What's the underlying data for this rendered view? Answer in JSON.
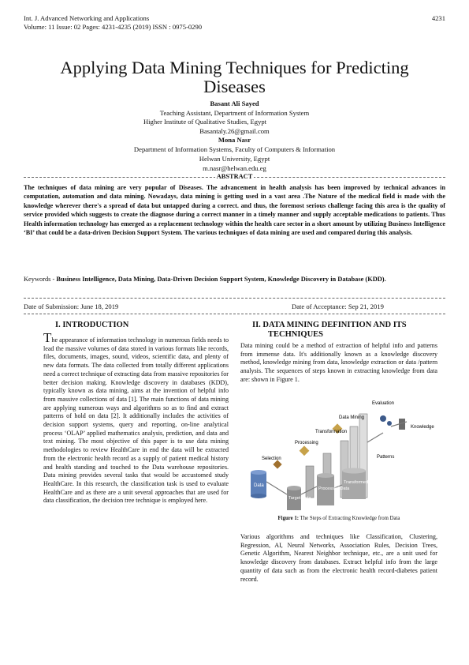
{
  "header": {
    "journal": "Int. J. Advanced Networking and Applications",
    "page_number": "4231",
    "volume_line": "Volume: 11 Issue: 02 Pages: 4231-4235 (2019) ISSN : 0975-0290"
  },
  "title_line1": "Applying Data Mining Techniques for Predicting",
  "title_line2": "Diseases",
  "author1": {
    "name": "Basant Ali Sayed",
    "role": "Teaching Assistant, Department of Information System",
    "affiliation": "Higher Institute of Qualitative Studies, Egypt",
    "email": "Basantaly.26@gmail.com"
  },
  "author2": {
    "name": "Mona Nasr",
    "dept": "Department of Information Systems, Faculty of Computers & Information",
    "affiliation": "Helwan University, Egypt",
    "email": "m.nasr@helwan.edu.eg"
  },
  "abstract_label": "ABSTRACT",
  "abstract_text": "The techniques of data mining are very popular of Diseases. The advancement in health analysis has been improved by technical advances in computation, automation and data mining. Nowadays, data mining is getting used in a vast area .The Nature of the medical field is made with the knowledge wherever there's a spread of data but untapped during a correct. and thus, the foremost serious challenge facing this area is the quality of service provided which suggests to create the diagnose during a correct manner in a timely manner and supply acceptable medications to patients. Thus Health information technology has emerged as a replacement technology within the health care sector in a short amount by utilizing Business Intelligence ‘BI’ that could be a data-driven Decision Support System. The various techniques of data mining are used and compared during this analysis.",
  "keywords_label": "Keywords - ",
  "keywords": "Business Intelligence, Data Mining, Data-Driven Decision Support System, Knowledge Discovery in Database (KDD).",
  "date_submission": "Date of Submission: June 18, 2019",
  "date_acceptance": "Date of Acceptance: Sep 21, 2019",
  "section1": {
    "heading": "I. INTRODUCTION",
    "dropcap": "T",
    "text": "he appearance of information technology in numerous fields needs to lead the massive volumes of data stored in various formats like records, files, documents, images, sound, videos, scientific data, and plenty of new data formats. The data collected from totally different applications need a correct technique of extracting data from massive repositories for better decision making. Knowledge discovery in databases (KDD), typically known as data mining, aims at the invention of helpful info from massive collections of data [1]. The main functions of data mining are applying numerous ways and algorithms so as to find and extract patterns of hold on data [2]. It additionally includes the activities of decision support systems, query and reporting, on-line analytical process ‘OLAP’ applied mathematics analysis, prediction, and data and text mining. The most objective of this paper is to use data mining methodologies to review HealthCare in end the data will be extracted from the electronic health record as a supply of patient medical history and health standing and touched to the Data warehouse repositories. Data mining provides several tasks that would be accustomed study HealthCare. In this research, the classification task is used to evaluate HealthCare and as there are a unit several approaches that are used for data classification, the decision tree technique is employed here."
  },
  "section2": {
    "heading_line1": "II.  DATA MINING DEFINITION AND ITS",
    "heading_line2": "TECHNIQUES",
    "text": "Data mining could be a method of extraction of helpful info and patterns from immense data. It's additionally known as a knowledge discovery method, knowledge mining from data, knowledge extraction or data /pattern analysis. The sequences of steps known in extracting knowledge from data are: shown in Figure 1.",
    "text2": "Various algorithms and techniques like Classification, Clustering, Regression, AI, Neural Networks, Association Rules, Decision Trees, Genetic Algorithm, Nearest Neighbor technique, etc., are a unit used for knowledge discovery from databases. Extract helpful info from the large quantity of data such as from the electronic health record-diabetes patient record."
  },
  "figure": {
    "labels": {
      "evaluation": "Evaluation",
      "data_mining": "Data Mining",
      "transformation": "Transformation",
      "processing": "Processing",
      "selection": "Selection",
      "knowledge": "Knowledge",
      "patterns": "Patterns",
      "transformed_data": "Transformed Data",
      "processed_data": "Processed Data",
      "target_data": "Target Data",
      "data": "Data"
    },
    "caption_label": "Figure 1:",
    "caption_text": " The Steps of Extracting Knowledge from Data"
  }
}
